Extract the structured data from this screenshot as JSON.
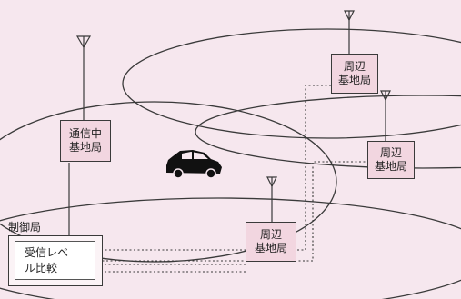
{
  "stations": {
    "serving": "通信中\n基地局",
    "neighbor_1": "周辺\n基地局",
    "neighbor_2": "周辺\n基地局",
    "neighbor_3": "周辺\n基地局"
  },
  "control": {
    "label": "制御局",
    "box_text": "受信レベ\nル比較"
  },
  "colors": {
    "background": "#f6e7ee",
    "station_fill": "#f2d6e0",
    "line": "#3a3a3a",
    "car": "#111111"
  }
}
